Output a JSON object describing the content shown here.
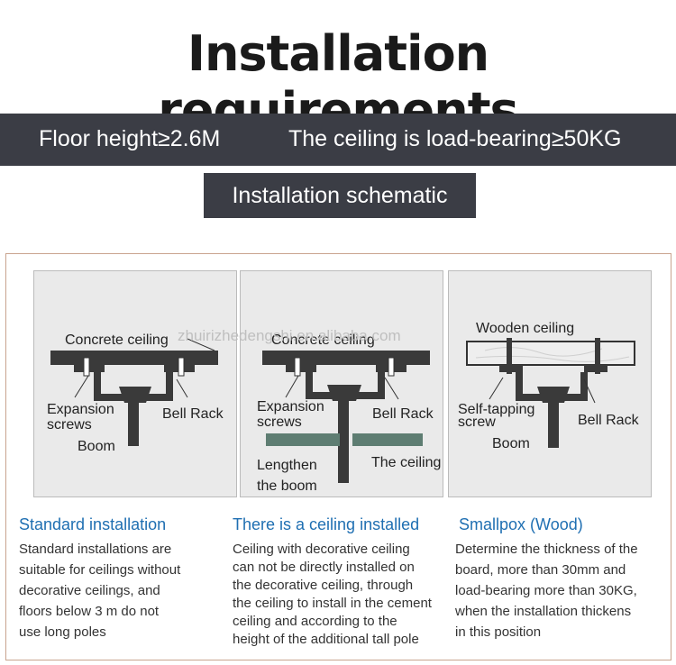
{
  "title": "Installation requirements",
  "band": {
    "floor_height": "Floor height≥2.6M",
    "ceiling_load": "The ceiling is load-bearing≥50KG"
  },
  "schematic_label": "Installation schematic",
  "watermark": "zhuirizhedengshi.en.alibaba.com",
  "panels": [
    {
      "ceiling": "Concrete ceiling",
      "screw_label": [
        "Expansion",
        "screws"
      ],
      "rack": "Bell Rack",
      "boom": "Boom"
    },
    {
      "ceiling": "Concrete ceiling",
      "screw_label": [
        "Expansion",
        "screws"
      ],
      "rack": "Bell Rack",
      "extra": "The ceiling",
      "lengthen": [
        "Lengthen",
        "the boom"
      ]
    },
    {
      "ceiling": "Wooden ceiling",
      "screw_label": [
        "Self-tapping",
        "screw"
      ],
      "rack": "Bell Rack",
      "boom": "Boom"
    }
  ],
  "sections": [
    {
      "heading": "Standard installation",
      "lines": [
        "Standard installations are",
        "suitable for ceilings without",
        "decorative ceilings, and",
        "floors below 3 m do not",
        "use long poles"
      ]
    },
    {
      "heading": "There is a ceiling installed",
      "lines": [
        "Ceiling with decorative ceiling",
        "can not be directly installed on",
        "the decorative ceiling, through",
        "the ceiling to install in the cement",
        "ceiling and according to the",
        "height of the additional tall pole"
      ]
    },
    {
      "heading": "Smallpox (Wood)",
      "lines": [
        "Determine the thickness of the",
        "board, more than 30mm and",
        "load-bearing more than 30KG,",
        "when the installation thickens",
        "in this position"
      ]
    }
  ],
  "colors": {
    "band": "#3b3d45",
    "heading": "#1f6fb2",
    "frame": "#c9a48f",
    "beam": "#3a3a3a",
    "ceiling_panel": "#5e7d72"
  }
}
